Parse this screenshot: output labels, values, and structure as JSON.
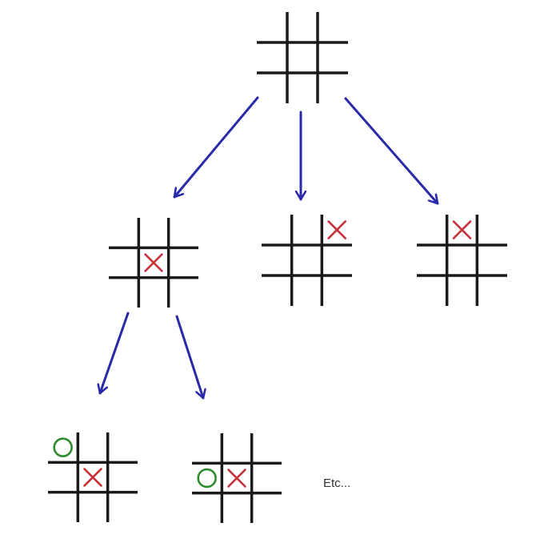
{
  "colors": {
    "grid": "#1a1a1a",
    "arrow": "#2a2aa8",
    "x_mark": "#c8323c",
    "o_mark": "#2e8b2e",
    "background": "#ffffff"
  },
  "tree": {
    "root": {
      "cells": [
        "",
        "",
        "",
        "",
        "",
        "",
        "",
        "",
        ""
      ]
    },
    "level1": [
      {
        "cells": [
          "",
          "",
          "",
          "",
          "X",
          "",
          "",
          "",
          ""
        ]
      },
      {
        "cells": [
          "",
          "",
          "X",
          "",
          "",
          "",
          "",
          "",
          ""
        ]
      },
      {
        "cells": [
          "",
          "X",
          "",
          "",
          "",
          "",
          "",
          "",
          ""
        ]
      }
    ],
    "level2": [
      {
        "cells": [
          "O",
          "",
          "",
          "",
          "X",
          "",
          "",
          "",
          ""
        ]
      },
      {
        "cells": [
          "",
          "",
          "",
          "O",
          "X",
          "",
          "",
          "",
          ""
        ]
      }
    ]
  },
  "etc_label": "Etc..."
}
